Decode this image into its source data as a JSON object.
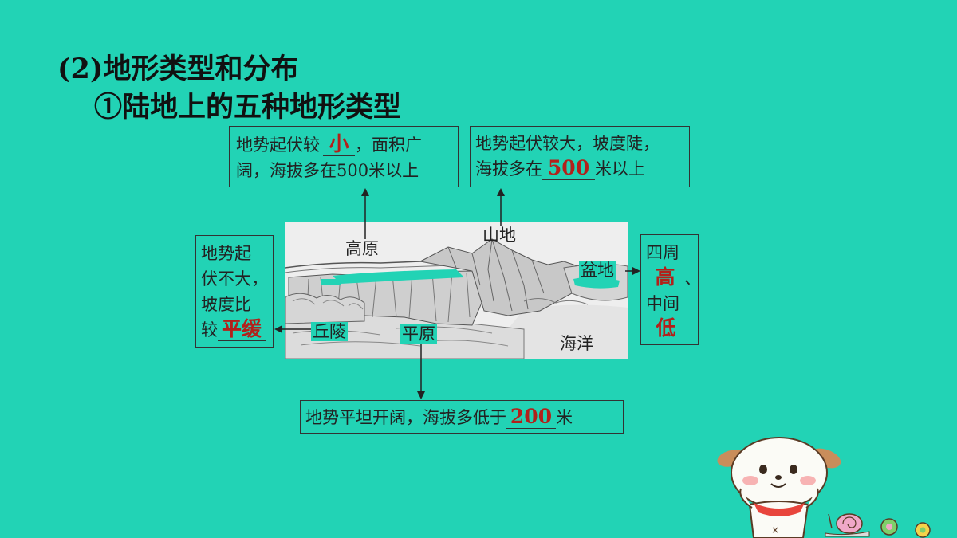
{
  "heading": "(2)地形类型和分布",
  "subheading": "①陆地上的五种地形类型",
  "plateau_box": {
    "line1_prefix": "地势起伏较",
    "answer": "小",
    "line1_suffix": "，面积广",
    "line2": "阔，海拔多在500米以上"
  },
  "mountain_box": {
    "line1": "地势起伏较大，坡度陡，",
    "line2_prefix": "海拔多在",
    "answer": "500",
    "line2_suffix": "米以上"
  },
  "hill_box": {
    "line1": "地势起",
    "line2": "伏不大，",
    "line3": "坡度比",
    "line4_prefix": "较",
    "answer": "平缓"
  },
  "basin_box": {
    "line1": "四周",
    "answer1": "高",
    "sep": "、",
    "line3": "中间",
    "answer2": "低"
  },
  "plain_box": {
    "prefix": "地势平坦开阔，海拔多低于",
    "answer": "200",
    "suffix": "米"
  },
  "picture_labels": {
    "plateau": "高原",
    "mountain": "山地",
    "basin": "盆地",
    "hill": "丘陵",
    "plain": "平原",
    "ocean": "海洋"
  },
  "colors": {
    "background": "#22d3b5",
    "answer": "#b3201a",
    "box_border": "#333333"
  }
}
